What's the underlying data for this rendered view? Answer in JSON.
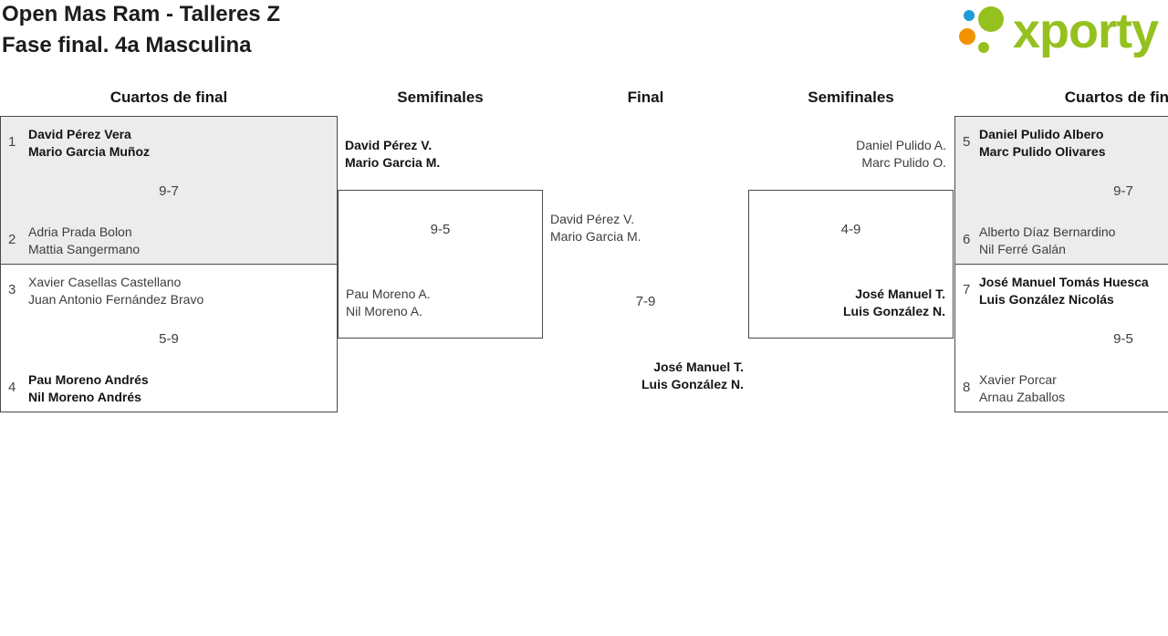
{
  "header": {
    "title": "Open Mas Ram - Talleres Z",
    "subtitle": "Fase final. 4a Masculina"
  },
  "logo": {
    "text": "xporty",
    "green": "#95c11f",
    "blue": "#1e9cd7",
    "orange": "#f39200"
  },
  "round_headers": {
    "qf_left": "Cuartos de final",
    "sf_left": "Semifinales",
    "final": "Final",
    "sf_right": "Semifinales",
    "qf_right": "Cuartos de final"
  },
  "matches": {
    "qf_left": [
      {
        "seed_top": "1",
        "team_top": [
          "David Pérez Vera",
          "Mario Garcia Muñoz"
        ],
        "score": "9-7",
        "seed_bottom": "2",
        "team_bottom": [
          "Adria Prada Bolon",
          "Mattia Sangermano"
        ]
      },
      {
        "seed_top": "3",
        "team_top": [
          "Xavier Casellas Castellano",
          "Juan Antonio Fernández Bravo"
        ],
        "score": "5-9",
        "seed_bottom": "4",
        "team_bottom": [
          "Pau Moreno Andrés",
          "Nil Moreno Andrés"
        ]
      }
    ],
    "sf_left": {
      "team_top": [
        "David Pérez V.",
        "Mario Garcia M."
      ],
      "score": "9-5",
      "team_bottom": [
        "Pau Moreno A.",
        "Nil Moreno A."
      ]
    },
    "final": {
      "team_left": [
        "David Pérez V.",
        "Mario Garcia M."
      ],
      "score": "7-9",
      "team_right": [
        "José Manuel T.",
        "Luis González N."
      ]
    },
    "sf_right": {
      "team_top": [
        "Daniel Pulido A.",
        "Marc Pulido O."
      ],
      "score": "4-9",
      "team_bottom": [
        "José Manuel T.",
        "Luis González N."
      ]
    },
    "qf_right": [
      {
        "seed_top": "5",
        "team_top": [
          "Daniel Pulido Albero",
          "Marc Pulido Olivares"
        ],
        "score": "9-7",
        "seed_bottom": "6",
        "team_bottom": [
          "Alberto Díaz Bernardino",
          "Nil Ferré Galán"
        ]
      },
      {
        "seed_top": "7",
        "team_top": [
          "José Manuel Tomás Huesca",
          "Luis González Nicolás"
        ],
        "score": "9-5",
        "seed_bottom": "8",
        "team_bottom": [
          "Xavier Porcar",
          "Arnau Zaballos"
        ]
      }
    ]
  }
}
